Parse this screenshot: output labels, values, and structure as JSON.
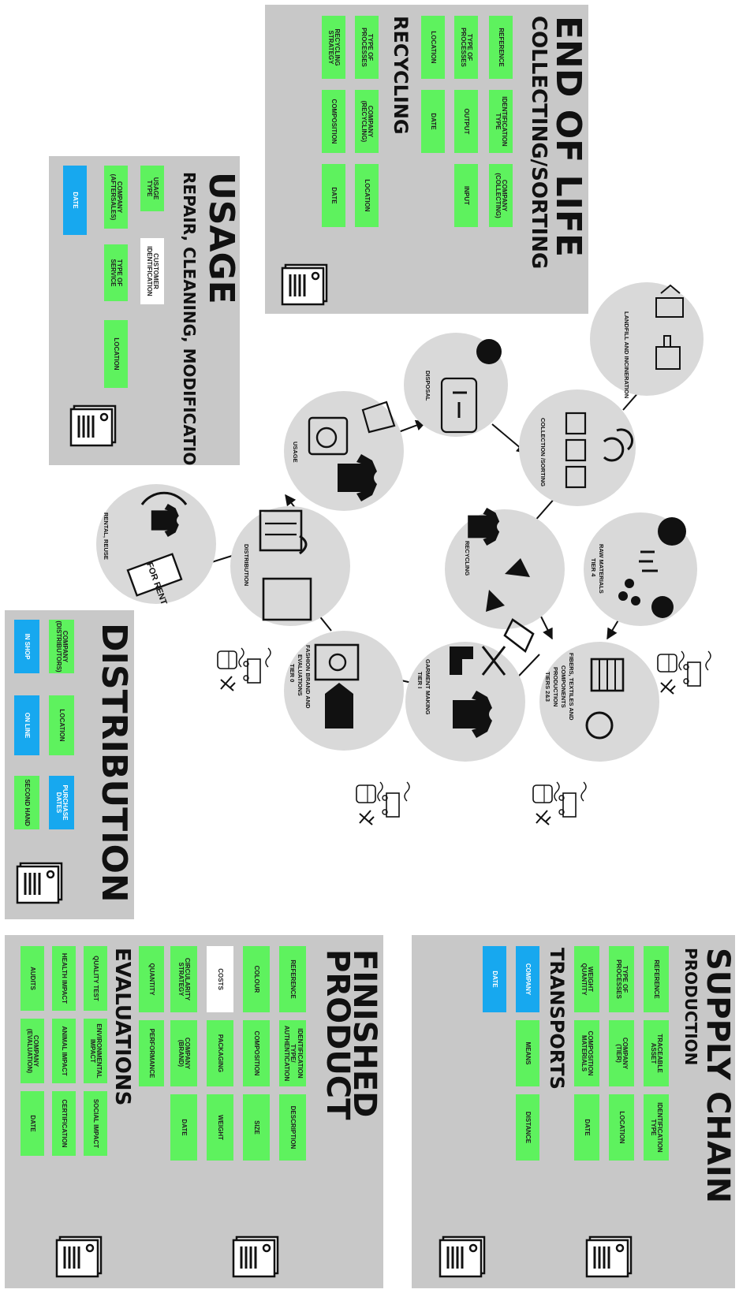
{
  "end_of_life": {
    "title": "END OF LIFE",
    "subtitle": "COLLECTING/SORTING",
    "chips": [
      [
        "REFERENCE",
        "IDENTIFICATION\nTYPE",
        "COMPANY\n(COLLECTING)"
      ],
      [
        "TYPE OF\nPROCESSES",
        "OUTPUT",
        "INPUT"
      ],
      [
        "LOCATION",
        "DATE"
      ]
    ],
    "recycling_title": "RECYCLING",
    "recycling_chips": [
      [
        "TYPE OF\nPROCESSES",
        "COMPANY\n(RECYCLING)",
        "LOCATION"
      ],
      [
        "RECYCLING\nSTRATEGY",
        "COMPOSITION",
        "DATE"
      ]
    ]
  },
  "usage": {
    "title": "USAGE",
    "subtitle": "REPAIR, CLEANING, MODIFICATION",
    "chips": [
      "USAGE\nTYPE",
      "CUSTOMER\nIDENTIFICATION",
      "COMPANY\n(AFTERSALES)",
      "TYPE OF\nSERVICE",
      "LOCATION",
      "DATE"
    ]
  },
  "distribution": {
    "title": "DISTRIBUTION",
    "chips": [
      "COMPANY\n(DISTRIBUTORS)",
      "LOCATION",
      "PURCHASE\nDATES",
      "IN SHOP",
      "ON LINE",
      "SECOND HAND"
    ]
  },
  "finished_product": {
    "title1": "FINISHED",
    "title2": "PRODUCT",
    "chips": [
      "REFERENCE",
      "IDENTIFICATION\nTYPE/\nAUTHENTICATION",
      "DESCRIPTION",
      "COLOUR",
      "COMPOSITION",
      "SIZE",
      "COSTS",
      "PACKAGING",
      "WEIGHT",
      "CIRCULARITY\nSTRATEGY",
      "COMPANY\n(BRAND)",
      "DATE",
      "QUANTITY",
      "PERFORMANCE"
    ],
    "evaluations_title": "EVALUATIONS",
    "eval_chips": [
      "QUALITY TEST",
      "ENVIRONMENTAL\nIMPACT",
      "SOCIAL IMPACT",
      "HEALTH IMPACT",
      "ANIMAL IMPACT",
      "CERTIFICATION",
      "AUDITS",
      "COMPANY\n(EVALUATION)",
      "DATE"
    ]
  },
  "supply_chain": {
    "title": "SUPPLY CHAIN",
    "subtitle": "PRODUCTION",
    "chips": [
      "REFERENCE",
      "TRACEABLE\nASSET",
      "IDENTIFICATION\nTYPE",
      "TYPE OF\nPROCESSES",
      "COMPANY\n(TIER)",
      "LOCATION",
      "WEIGHT\nQUANTITY",
      "COMPOSITION\nMATERIALS",
      "DATE"
    ],
    "transports_title": "TRANSPORTS",
    "transport_chips": [
      "COMPANY",
      "MEANS",
      "DISTANCE",
      "DATE"
    ]
  },
  "cycle": {
    "landfill": "LANDFILL AND INCINERATION",
    "collection": "COLLECTION /SORTING",
    "disposal": "DISPOSAL",
    "usage": "USAGE",
    "rental": "RENTAL, REUSE",
    "distribution": "DISTRIBUTION",
    "recycling": "RECYCLING",
    "raw1": "RAW MATERIALS",
    "raw2": "TIER 4",
    "fib1": "FIBERS, TEXTILES AND",
    "fib2": "COMPONENTS",
    "fib3": "PRODUCTION",
    "fib4": "TIERS 2&3",
    "brand1": "FASHION BRAND AND",
    "brand2": "EVALUATIONS",
    "brand3": "TIER 0",
    "garment1": "GARMENT MAKING",
    "garment2": "TIER I",
    "rent_sign": "FOR RENT"
  },
  "colors": {
    "panel": "#c8c8c8",
    "chip_green": "#5ef25e",
    "chip_blue": "#17a8ef",
    "circle": "#d9d9d9"
  }
}
